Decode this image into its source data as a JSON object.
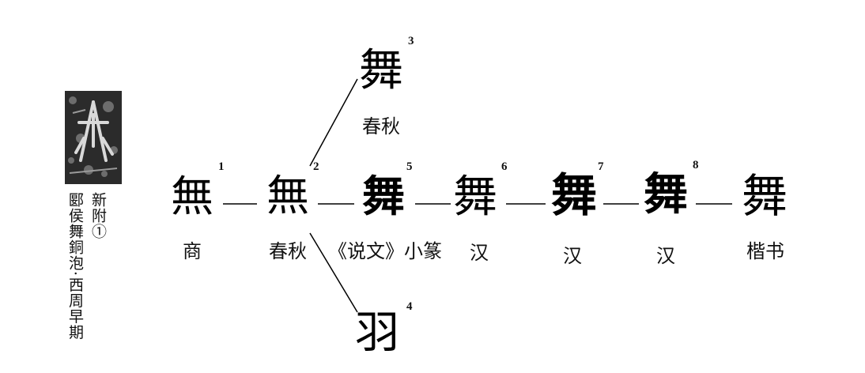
{
  "side_note": {
    "marker": "新附①",
    "caption": "郾侯舞銅泡·西周早期"
  },
  "forms": [
    {
      "id": 1,
      "glyph": "無",
      "number": "1",
      "label": "商"
    },
    {
      "id": 2,
      "glyph": "無",
      "number": "2",
      "label": "春秋"
    },
    {
      "id": 3,
      "glyph": "舞",
      "number": "3",
      "label": "春秋"
    },
    {
      "id": 4,
      "glyph": "羽",
      "number": "4",
      "label": ""
    },
    {
      "id": 5,
      "glyph": "舞",
      "number": "5",
      "label": "《说文》小篆"
    },
    {
      "id": 6,
      "glyph": "舞",
      "number": "6",
      "label": "汉"
    },
    {
      "id": 7,
      "glyph": "舞",
      "number": "7",
      "label": "汉"
    },
    {
      "id": 8,
      "glyph": "舞",
      "number": "8",
      "label": "汉"
    },
    {
      "id": 9,
      "glyph": "舞",
      "number": "",
      "label": "楷书"
    }
  ]
}
